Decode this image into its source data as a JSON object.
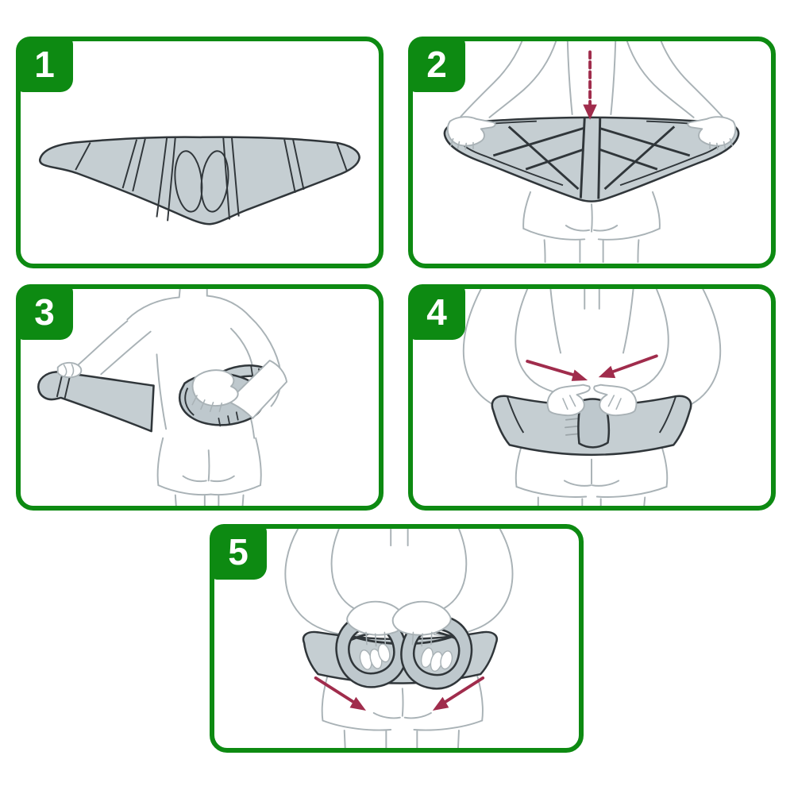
{
  "steps": [
    {
      "number": "1",
      "illustration": "flat-lumbar-belt"
    },
    {
      "number": "2",
      "illustration": "hold-belt-behind-back",
      "arrow": "dashed-down-arrow"
    },
    {
      "number": "3",
      "illustration": "wrap-belt-end-around-waist"
    },
    {
      "number": "4",
      "illustration": "pull-both-ends-to-center",
      "arrow": "two-inward-arrows"
    },
    {
      "number": "5",
      "illustration": "pull-tension-straps-down",
      "arrow": "two-downward-arrows"
    }
  ],
  "colors": {
    "panel-green": "#0D8A12",
    "arrow-maroon": "#A02C4C",
    "belt-gray": "#C5CED2",
    "belt-shade": "#BEC8CD",
    "belt-outline": "#30363A",
    "body-outline": "#A9B2B6",
    "brand-green": "#57A757",
    "badge-number": "#FFFFFF",
    "canvas": "#FFFFFF"
  }
}
